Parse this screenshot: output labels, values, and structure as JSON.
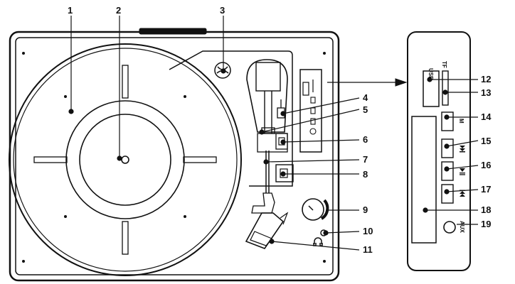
{
  "callouts": {
    "c1": "1",
    "c2": "2",
    "c3": "3",
    "c4": "4",
    "c5": "5",
    "c6": "6",
    "c7": "7",
    "c8": "8",
    "c9": "9",
    "c10": "10",
    "c11": "11",
    "c12": "12",
    "c13": "13",
    "c14": "14",
    "c15": "15",
    "c16": "16",
    "c17": "17",
    "c18": "18",
    "c19": "19"
  },
  "panel_labels": {
    "usb": "USB",
    "tf": "TF",
    "mode": "M",
    "aux": "AUX"
  },
  "icons": {
    "next": "skip-next-icon",
    "play_pause": "play-pause-icon",
    "prev": "skip-previous-icon",
    "headphone": "headphone-icon"
  }
}
